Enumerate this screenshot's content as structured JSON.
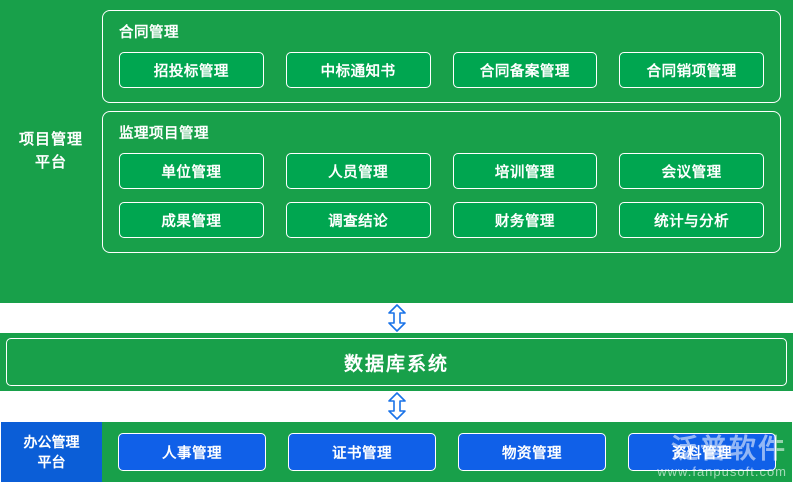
{
  "project_platform": {
    "label": "项目管理\n平台",
    "label_line1": "项目管理",
    "label_line2": "平台",
    "groups": [
      {
        "title": "合同管理",
        "rows": [
          [
            "招投标管理",
            "中标通知书",
            "合同备案管理",
            "合同销项管理"
          ]
        ]
      },
      {
        "title": "监理项目管理",
        "rows": [
          [
            "单位管理",
            "人员管理",
            "培训管理",
            "会议管理"
          ],
          [
            "成果管理",
            "调查结论",
            "财务管理",
            "统计与分析"
          ]
        ]
      }
    ]
  },
  "database": {
    "title": "数据库系统"
  },
  "office_platform": {
    "label_line1": "办公管理",
    "label_line2": "平台",
    "items": [
      "人事管理",
      "证书管理",
      "物资管理",
      "资料管理"
    ]
  },
  "arrows": {
    "up_down_glyph": "⇕"
  },
  "watermark": {
    "main": "泛普软件",
    "sub": "www.fanpusoft.com"
  },
  "colors": {
    "green_bg": "#18a04a",
    "green_button": "#00a650",
    "blue_button": "#1060e8",
    "blue_label": "#0b5ed7",
    "white": "#ffffff"
  }
}
